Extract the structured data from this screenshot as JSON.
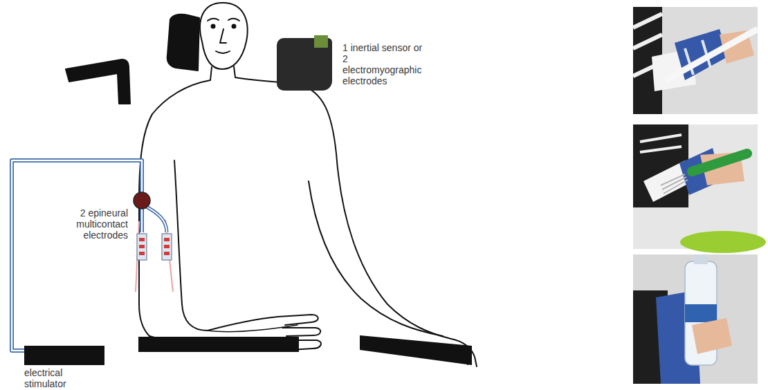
{
  "diagram": {
    "nodes": [
      {
        "text": [
          "1 inertial sensor or 2 electromyographic electrodes"
        ]
      },
      {
        "text": [
          "2 epineural multicontact electrodes"
        ]
      },
      {
        "text": [
          "electrical stimulator"
        ]
      }
    ],
    "edges": [
      {
        "from": 2,
        "to": 1,
        "arrow": "none"
      }
    ]
  }
}
